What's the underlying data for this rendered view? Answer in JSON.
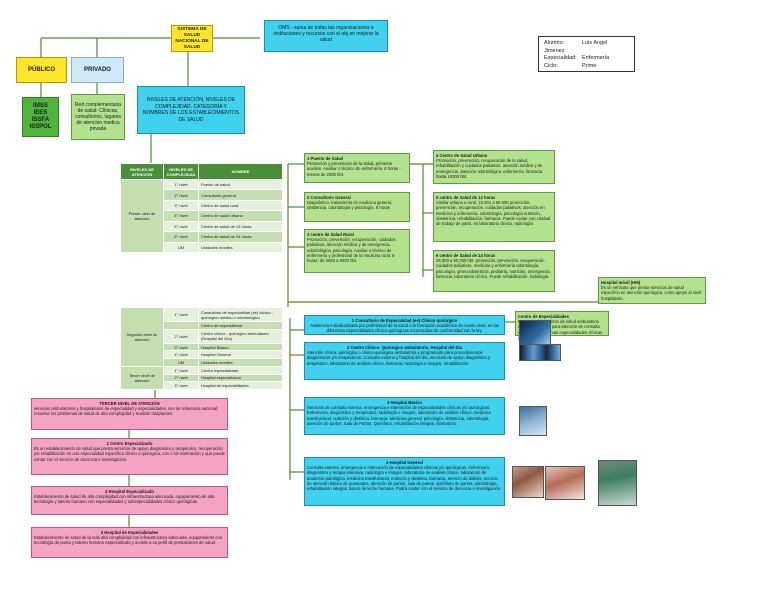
{
  "top": {
    "sistema": "SISTEMA DE SALUD NACIONAL DE SALUD",
    "oms": "OMS - suma de todas las organizaciones e instituciones y recursos con el obj en mejorar la salud",
    "publico": "PÚBLICO",
    "privado": "PRIVADO",
    "publico_list": "IMSS\nIEES\nISSFA\nISSPOL",
    "privado_desc": "Red complementaria de salud: Clínicas, consultorios, lugares de atencion medica privada",
    "niveles_title": "NIVELES DE ATENCIÓN, NIVELES DE COMPLEJIDAD, CATEGORÍA Y NOMBRES DE LOS ESTABLECIMIENTOS DE SALUD"
  },
  "student": {
    "alumno_label": "Alumno:",
    "alumno": "Luis Angel Jimenez",
    "especialidad_label": "Especialidad:",
    "especialidad": "Enfermería",
    "ciclo_label": "Ciclo:",
    "ciclo": "Prime"
  },
  "table": {
    "headers": [
      "NIVELES DE ATENCIÓN",
      "NIVELES DE COMPLEJIDAD",
      "NOMBRE"
    ],
    "primer_nivel": "Primer nivel de atención",
    "rows1": [
      [
        "1° nivel",
        "Puesto de salud"
      ],
      [
        "2° nivel",
        "Consultorio general"
      ],
      [
        "3° nivel",
        "Centro de salud rural"
      ],
      [
        "4° nivel",
        "Centro de salud urbano"
      ],
      [
        "5° nivel",
        "Centro de salud de 12 horas"
      ],
      [
        "6° nivel",
        "Centro de salud de 24 horas"
      ],
      [
        "UM",
        "Unidades móviles"
      ]
    ],
    "segundo_nivel": "Segundo nivel de atención",
    "rows2": [
      [
        "1° nivel",
        "Consultorio de especialidad (es) clínico - quirúrgico médico u odontológico"
      ],
      [
        "",
        "Centro de especialidad"
      ],
      [
        "2° nivel",
        "Centro clínico - quirúrgico ambulatorio (Hospital del Día)"
      ],
      [
        "3° nivel",
        "Hospital Básico"
      ],
      [
        "4° nivel",
        "Hospital General"
      ],
      [
        "UM",
        "Unidades móviles"
      ]
    ],
    "tercer_nivel": "Tercer nivel de atención",
    "rows3": [
      [
        "1° nivel",
        "Centro especializado"
      ],
      [
        "2° nivel",
        "Hospital especializado"
      ],
      [
        "3° nivel",
        "Hospital de especialidades"
      ]
    ]
  },
  "primer_boxes": [
    {
      "title": "1 Puesto de Salud",
      "text": "Promoción y prevención de la salud, primeros auxilios. Auxiliar o técnico de enfermería. 8 horas - menos de 2000 hbt."
    },
    {
      "title": "2 Consultorio General",
      "text": "Diagnóstico, tratamiento en medicina general, obstetricia, odontología y psicología. 8 horas"
    },
    {
      "title": "3 centro de Salud Rural",
      "text": "Promoción, prevención, recuperación, cuidados paliativos, atención médica y de emergencia, odontológica, psicología. Auxiliar o técnico de enfermería y profesional de la medicina rural. 8 horas: de 2000 a 5000 hbt."
    },
    {
      "title": "4 Centro de Salud Urbano",
      "text": "Promoción, prevención, recuperación de la salud, rehabilitación y cuidados paliativos, atención médica y de emergencia, atención odontológica, enfermería, farmacia. hasta 10000 hbt."
    },
    {
      "title": "5 centro de Salud de 12 horas",
      "text": "Similar urbano a rural, 10.001 a 50.000 promoción, prevención, recuperación, cuidados paliativos, atención en medicina y enfermería, odontología, psicología nutrición, obstetricia, rehabilitación, farmacia. Puede contar con Unidad de trabajo de parto, en laboratorio clínico, radiología."
    },
    {
      "title": "6 centro de Salud de 24 horas",
      "text": "25.000 a 50.000 hbt. promoción, prevención, recuperación cuidados paliativos, medicina y enfermería odontología, psicología, ginecoobstetricia, pediatría, nutrición, emergencia, farmacia, laboratorio clínico. Puede rehabilitación, radiología."
    }
  ],
  "hospital_movil": {
    "title": "Hospital móvil (HM)",
    "text": "Es un vehículo que presta servicios de salud especifico en atención quirúrgica, como apoyo al nivel hospitalario."
  },
  "segundo_boxes": [
    {
      "title": "1 Consultorio de Especialidad (es) Clínico quirúrgico",
      "text": "Asistencia individualizada por profesional de la salud con formación académica de cuarto nivel, en las diferentes especialidades clínico-quirúrgicas reconocidas de conformidad con la ley."
    },
    {
      "title": "2 Centro Clínico- Quirúrgico ambulatorio, Hospital del Día",
      "text": "Atención clínica, quirúrgica o clínico-quirúrgica ambulatoria y programada para procedimientos diagnósticos y/o terapéuticos. Consulta externa y hospital del día, servicios de apoyo diagnóstico y terapéutico, laboratorio de análisis clínico, farmacia, radiología e imagen, rehabilitación."
    },
    {
      "title": "3 Hospital Básico",
      "text": "Servicios de consulta externa, emergencia e internación de especialidades clínicas y/o quirúrgicas. Enfermería, diagnóstico y terapéutico, radiología e imagen, laboratorio de análisis clínico, medicina transfusional, nutrición y dietética, farmacia. Medicina general, psicología, obstetricia, odontología, atención de partos, Sala de Partos, Quirófano, rehabilitación integral, laboratorio."
    },
    {
      "title": "4 Hospital General",
      "text": "Consulta externa, emergencia e internación de especialidades clínicas y/o quirúrgicas, enfermería, diagnóstico y terapia intensiva, radiología e imagen, laboratorio de análisis clínico, laboratorio de anatomía patológica, medicina transfusional, nutrición y dietética, farmacia, servicio de diálisis, servicio de atención básica de quemados, atención de partos, sala de partos, quirófano de partos, odontología, rehabilitación integral, banco de leche humana. Podrá contar con el servicio de docencia e investigación."
    }
  ],
  "centro_especialidades": {
    "title": "Centro de Especialidades",
    "text": "Es un establecimiento de salud ambulatorio que brinda contar para atención de consulta externa de dos o más especialidades clínicas y/o quirúrgicas."
  },
  "tercer_boxes": [
    {
      "title": "TERCER NIVEL DE ATENCIÓN",
      "text": "servicios ambulatorios y hospitalarios de especialidad y especialidades, son de referencia nacional; resuelve los problemas de salud de alta complejidad y realizan trasplantes."
    },
    {
      "title": "1 Centro Especializado",
      "text": "Es un establecimiento de salud que presta servicios de apoyo diagnóstico y terapéutico, recuperación y/o rehabilitación en una especialidad específica clínico o quirúrgica, con o sin internación y que puede contar con el servicio de docencia e investigación."
    },
    {
      "title": "2 Hospital Especializado",
      "text": "Establecimiento de salud de alta complejidad con infraestructura adecuada, equipamiento de alta tecnología y talento humano con especialidades y subespecialidades clínico quirúrgicas."
    },
    {
      "title": "3 Hospital de Especialidades",
      "text": "Establecimiento de salud de la más alta complejidad con infraestructura adecuada, equipamiento con tecnología de punta y talento humano especializado y acorde a su perfil de prestaciones de salud."
    }
  ],
  "colors": {
    "yellow": "#ffe52a",
    "blue": "#3fd1ee",
    "green": "#4fb33c",
    "lightgreen": "#b3e28f",
    "pink": "#f5a3c2"
  }
}
